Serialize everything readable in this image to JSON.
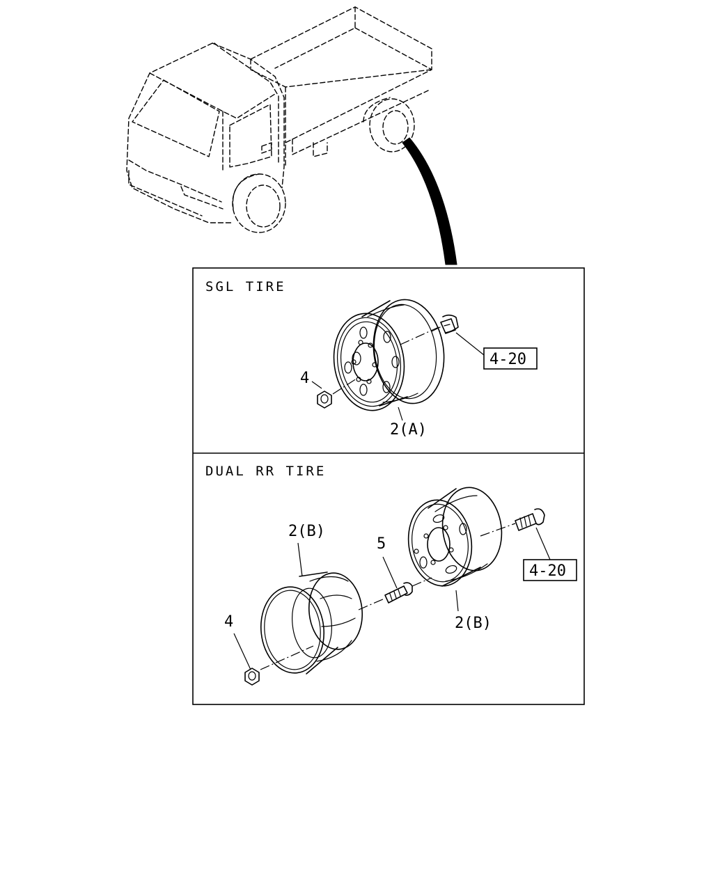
{
  "sections": {
    "single": {
      "title": "SGL TIRE"
    },
    "dual": {
      "title": "DUAL RR TIRE"
    }
  },
  "callouts": {
    "sgl_nut": "4",
    "sgl_wheel": "2(A)",
    "sgl_ref": "4-20",
    "dual_outer_wheel": "2(B)",
    "dual_stud": "5",
    "dual_inner_wheel": "2(B)",
    "dual_nut": "4",
    "dual_ref": "4-20"
  }
}
